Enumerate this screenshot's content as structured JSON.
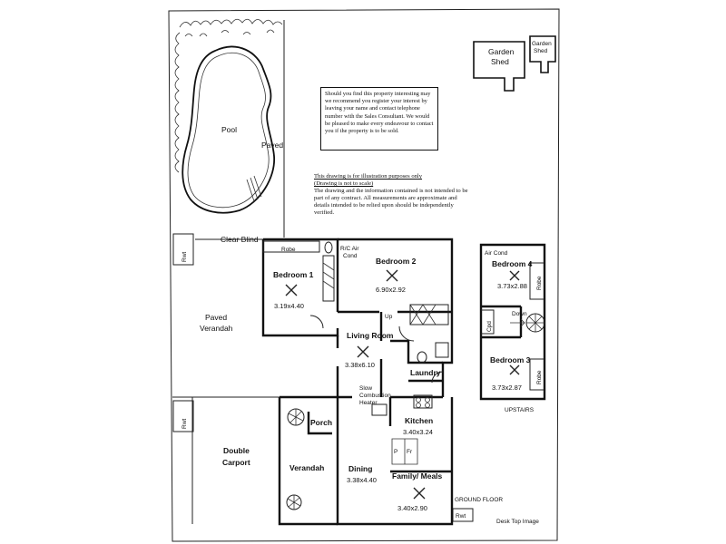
{
  "notice": "Should you find this property interesting may we recommend you register your interest by leaving your name and contact telephone number with the Sales Consultant. We would be pleased to make every endeavour to contact you if the property is to be sold.",
  "disclaimer": {
    "line1": "This drawing is for illustration purposes only",
    "line2": "(Drawing is not to scale)",
    "body": "The drawing and the information contained is not intended to be part of any contract. All measurements are approximate and details intended to be relied upon should be independently verified."
  },
  "outdoor": {
    "pool": "Pool",
    "paved": "Paved",
    "clear_blind": "Clear Blind",
    "paved_verandah_1": "Paved",
    "paved_verandah_2": "Verandah",
    "rwt_1": "Rwt",
    "rwt_2": "Rwt",
    "rwt_3": "Rwt",
    "garden_shed_1": "Garden",
    "garden_shed_2": "Shed",
    "garden_shed_small_1": "Garden",
    "garden_shed_small_2": "Shed",
    "double_carport_1": "Double",
    "double_carport_2": "Carport",
    "verandah": "Verandah",
    "porch": "Porch"
  },
  "ground_floor": {
    "title": "GROUND FLOOR",
    "robe": "Robe",
    "ac": "R/C Air",
    "ac2": "Cond",
    "bedroom1": {
      "name": "Bedroom 1",
      "dim": "3.19x4.40"
    },
    "bedroom2": {
      "name": "Bedroom 2",
      "dim": "6.90x2.92"
    },
    "living": {
      "name": "Living Room",
      "dim": "3.38x6.10"
    },
    "laundry": "Laundry",
    "heater_1": "Slow",
    "heater_2": "Combustion",
    "heater_3": "Heater",
    "kitchen": {
      "name": "Kitchen",
      "dim": "3.40x3.24"
    },
    "dining": {
      "name": "Dining",
      "dim": "3.38x4.40"
    },
    "family": {
      "name": "Family/ Meals",
      "dim": "3.40x2.90"
    },
    "up": "Up",
    "pantry": "P",
    "fridge": "Fr"
  },
  "upstairs": {
    "title": "UPSTAIRS",
    "ac": "Air Cond",
    "bedroom4": {
      "name": "Bedroom 4",
      "dim": "3.73x2.88"
    },
    "bedroom3": {
      "name": "Bedroom 3",
      "dim": "3.73x2.87"
    },
    "robe_1": "Robe",
    "robe_2": "Robe",
    "down": "Down",
    "cpd": "Cpd"
  },
  "footer": "Desk Top Image"
}
